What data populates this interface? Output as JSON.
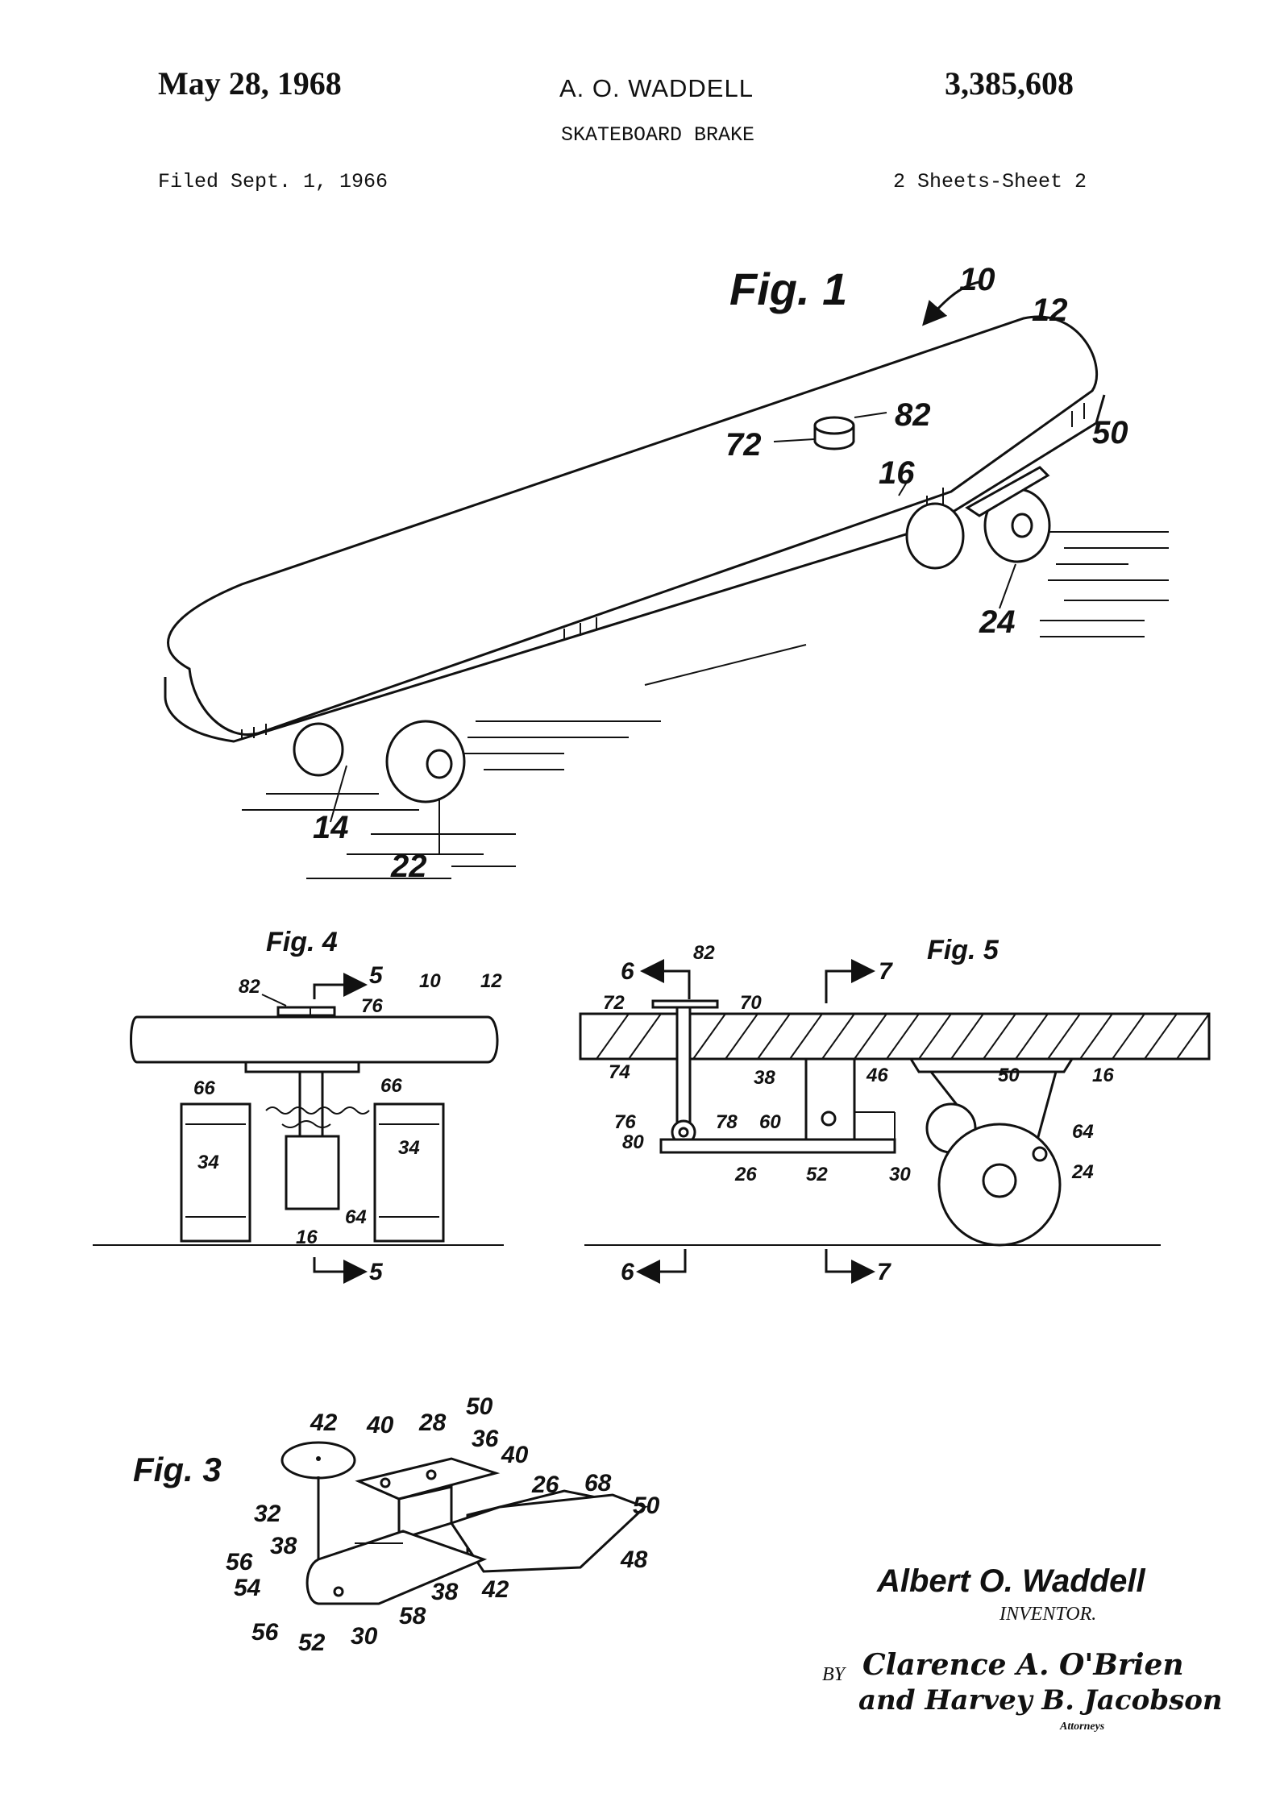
{
  "header": {
    "date": "May 28, 1968",
    "inventor_name": "A. O. WADDELL",
    "patent_number": "3,385,608",
    "title": "SKATEBOARD BRAKE",
    "filed": "Filed Sept. 1, 1966",
    "sheets": "2 Sheets-Sheet 2"
  },
  "figures": {
    "fig1": {
      "label": "Fig. 1",
      "refs": {
        "r10": "10",
        "r12": "12",
        "r82": "82",
        "r72": "72",
        "r50": "50",
        "r16": "16",
        "r24": "24",
        "r14": "14",
        "r22": "22"
      }
    },
    "fig4": {
      "label": "Fig. 4",
      "refs": {
        "r5a": "5",
        "r82": "82",
        "r10": "10",
        "r12": "12",
        "r76": "76",
        "r66a": "66",
        "r66b": "66",
        "r34a": "34",
        "r34b": "34",
        "r64": "64",
        "r16": "16",
        "r5b": "5"
      }
    },
    "fig5": {
      "label": "Fig. 5",
      "refs": {
        "r6a": "6",
        "r82": "82",
        "r7a": "7",
        "r72": "72",
        "r70": "70",
        "r74": "74",
        "r38": "38",
        "r46": "46",
        "r50": "50",
        "r16": "16",
        "r76": "76",
        "r78": "78",
        "r60": "60",
        "r80": "80",
        "r64": "64",
        "r26": "26",
        "r52": "52",
        "r30": "30",
        "r24": "24",
        "r6b": "6",
        "r7b": "7"
      }
    },
    "fig3": {
      "label": "Fig. 3",
      "refs": {
        "r42a": "42",
        "r40a": "40",
        "r28": "28",
        "r50a": "50",
        "r36": "36",
        "r40b": "40",
        "r26": "26",
        "r68": "68",
        "r50b": "50",
        "r32": "32",
        "r38a": "38",
        "r56a": "56",
        "r54": "54",
        "r48": "48",
        "r38b": "38",
        "r42b": "42",
        "r58": "58",
        "r56b": "56",
        "r52": "52",
        "r30": "30"
      }
    }
  },
  "signature": {
    "inventor": "Albert O. Waddell",
    "inventor_role": "INVENTOR.",
    "by": "BY",
    "attorney_line1": "Clarence A. O'Brien",
    "attorney_line2": "and Harvey B. Jacobson",
    "attorneys_label": "Attorneys"
  }
}
